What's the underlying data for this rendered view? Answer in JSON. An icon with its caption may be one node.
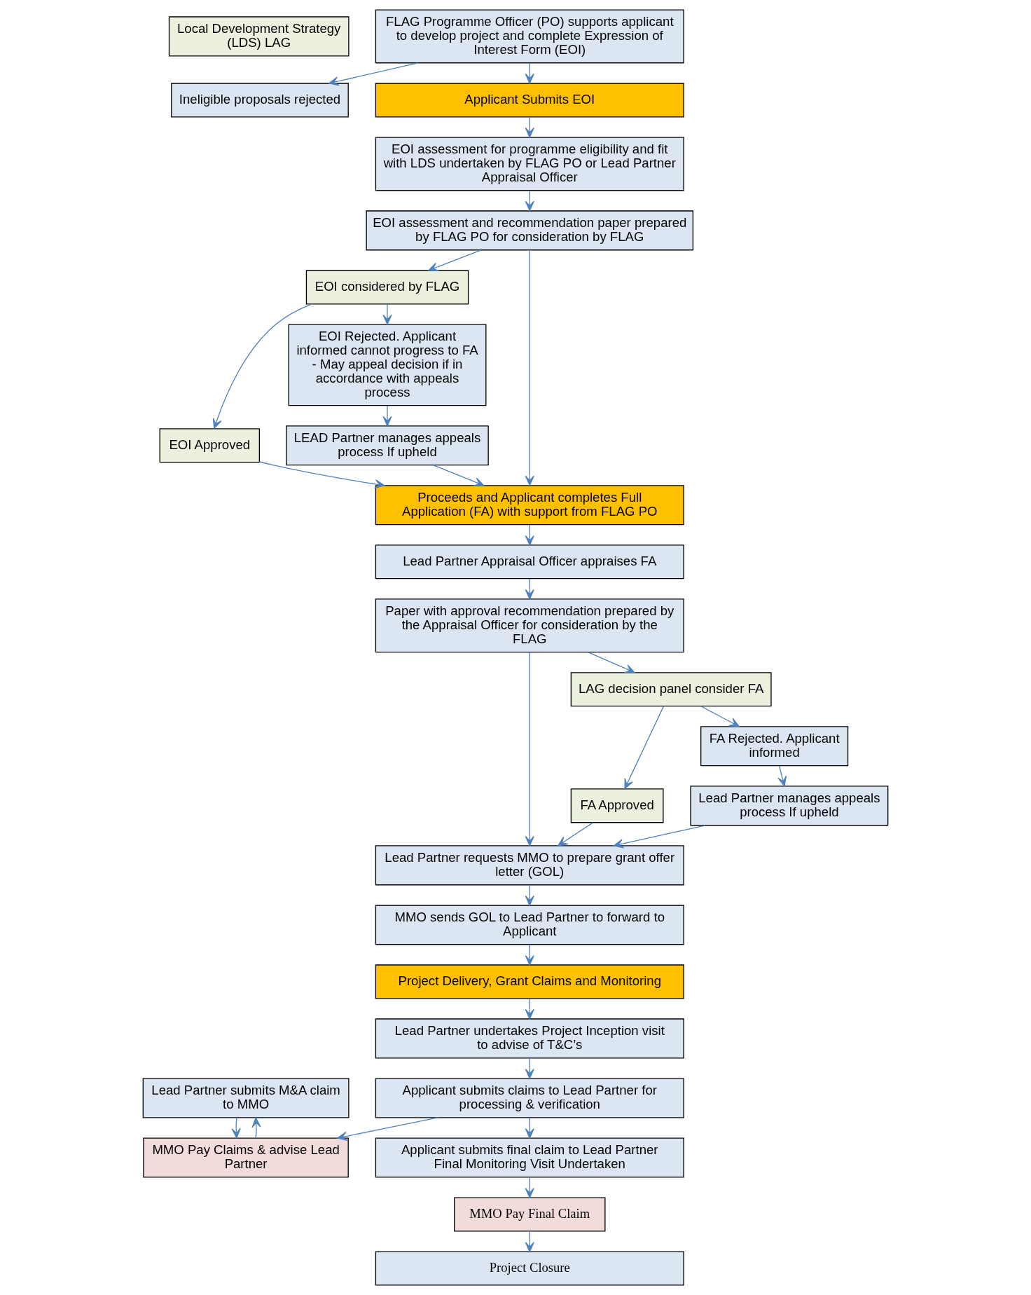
{
  "diagram": {
    "nodes": [
      {
        "text": [
          "FLAG Programme Officer (PO) supports applicant to develop project and complete Expression of Interest Form (EOI)"
        ]
      },
      {
        "text": [
          "Local Development Strategy (LDS) LAG"
        ]
      },
      {
        "text": [
          "Ineligible proposals rejected"
        ]
      },
      {
        "text": [
          "Applicant Submits EOI"
        ]
      },
      {
        "text": [
          "EOI assessment for programme eligibility and fit with LDS undertaken by FLAG PO or Lead Partner Appraisal Officer"
        ]
      },
      {
        "text": [
          "EOI considered by FLAG"
        ]
      },
      {
        "text": [
          "EOI assessment and recommendation paper prepared by FLAG PO for consideration by FLAG"
        ]
      },
      {
        "text": [
          "EOI Approved"
        ]
      },
      {
        "text": [
          "Proceeds and Applicant completes Full Application (FA) with support from FLAG PO"
        ]
      },
      {
        "text": [
          "EOI Rejected. Applicant informed cannot progress to FA - May appeal decision if in accordance with appeals process"
        ]
      },
      {
        "text": [
          "Lead Partner Appraisal Officer appraises FA"
        ]
      },
      {
        "text": [
          "LEAD Partner manages appeals process If upheld"
        ]
      },
      {
        "text": [
          "Paper with approval recommendation prepared by the Appraisal Officer for consideration by the FLAG"
        ]
      },
      {
        "text": [
          "Lead Partner requests MMO to prepare grant offer letter (GOL)"
        ]
      },
      {
        "text": [
          "LAG decision panel consider FA"
        ]
      },
      {
        "text": [
          "MMO sends GOL to Lead Partner to forward to Applicant"
        ]
      },
      {
        "text": [
          "FA Approved"
        ]
      },
      {
        "text": [
          "FA Rejected. Applicant informed"
        ]
      },
      {
        "text": [
          "Project Delivery, Grant Claims and Monitoring"
        ]
      },
      {
        "text": [
          "Lead Partner manages appeals process If upheld"
        ]
      },
      {
        "text": [
          "Lead Partner undertakes Project Inception visit to advise of T&C’s"
        ]
      },
      {
        "text": [
          "Lead Partner submits M&A claim to MMO"
        ]
      },
      {
        "text": [
          "Applicant submits claims to Lead Partner for processing & verification"
        ]
      },
      {
        "text": [
          "MMO Pay Claims & advise Lead Partner"
        ]
      },
      {
        "text": [
          "Applicant submits final claim to Lead Partner Final Monitoring Visit Undertaken"
        ]
      },
      {
        "text": [
          "MMO Pay Final Claim"
        ]
      },
      {
        "text": [
          "Project Closure"
        ]
      }
    ],
    "edges": [
      {
        "from": 0,
        "to": 3,
        "arrow": "to"
      },
      {
        "from": 0,
        "to": 2,
        "arrow": "to"
      },
      {
        "from": 3,
        "to": 4,
        "arrow": "to"
      },
      {
        "from": 4,
        "to": 6,
        "arrow": "to"
      },
      {
        "from": 6,
        "to": 5,
        "arrow": "to"
      },
      {
        "from": 6,
        "to": 8,
        "arrow": "to"
      },
      {
        "from": 5,
        "to": 7,
        "arrow": "to"
      },
      {
        "from": 5,
        "to": 9,
        "arrow": "to"
      },
      {
        "from": 7,
        "to": 8,
        "arrow": "to"
      },
      {
        "from": 9,
        "to": 11,
        "arrow": "to"
      },
      {
        "from": 11,
        "to": 8,
        "arrow": "to"
      },
      {
        "from": 8,
        "to": 10,
        "arrow": "to"
      },
      {
        "from": 10,
        "to": 12,
        "arrow": "to"
      },
      {
        "from": 12,
        "to": 14,
        "arrow": "to"
      },
      {
        "from": 12,
        "to": 13,
        "arrow": "to"
      },
      {
        "from": 14,
        "to": 16,
        "arrow": "to"
      },
      {
        "from": 14,
        "to": 17,
        "arrow": "to"
      },
      {
        "from": 16,
        "to": 13,
        "arrow": "to"
      },
      {
        "from": 17,
        "to": 19,
        "arrow": "to"
      },
      {
        "from": 19,
        "to": 13,
        "arrow": "to"
      },
      {
        "from": 13,
        "to": 15,
        "arrow": "to"
      },
      {
        "from": 15,
        "to": 18,
        "arrow": "to"
      },
      {
        "from": 18,
        "to": 20,
        "arrow": "to"
      },
      {
        "from": 20,
        "to": 22,
        "arrow": "to"
      },
      {
        "from": 22,
        "to": 23,
        "arrow": "to"
      },
      {
        "from": 21,
        "to": 23,
        "arrow": "to"
      },
      {
        "from": 23,
        "to": 21,
        "arrow": "to"
      },
      {
        "from": 22,
        "to": 24,
        "arrow": "to"
      },
      {
        "from": 24,
        "to": 25,
        "arrow": "to"
      },
      {
        "from": 25,
        "to": 26,
        "arrow": "to"
      }
    ]
  }
}
